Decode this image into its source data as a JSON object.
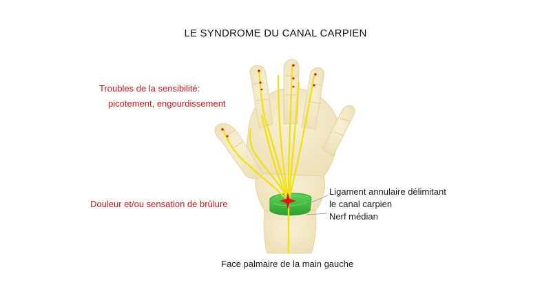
{
  "title": "LE SYNDROME DU CANAL CARPIEN",
  "labels": {
    "sensibilite_line1": "Troubles de la sensibilité:",
    "sensibilite_line2": "picotement, engourdissement",
    "douleur": "Douleur et/ou sensation de brûlure",
    "ligament_line1": "Ligament annulaire délimitant",
    "ligament_line2": "le canal carpien",
    "nerf": "Nerf médian",
    "caption": "Face palmaire de la main gauche"
  },
  "colors": {
    "label_red": "#c4161c",
    "label_dark": "#1a1a1a",
    "bone_fill": "#f3e9c9",
    "bone_stroke": "#e6d8a8",
    "nerve": "#f1e018",
    "ligament": "#3ec23a",
    "pain_star": "#e0141a"
  }
}
